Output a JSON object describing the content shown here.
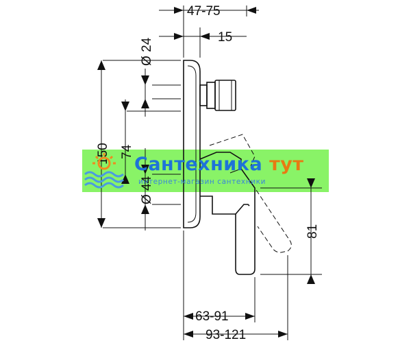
{
  "dimensions": {
    "top_range": "47-75",
    "top_offset": "15",
    "dia_top": "Ø 24",
    "height_total": "150",
    "height_mid": "74",
    "dia_bottom": "Ø 44",
    "handle_height": "81",
    "depth_min": "63-91",
    "depth_max": "93-121"
  },
  "watermark": {
    "brand_word1": "Сантехника",
    "brand_word2": "тут",
    "tagline": "интернет-магазин сантехники"
  },
  "colors": {
    "watermark_band": "#7ff25a",
    "brand_blue": "#1e73d8",
    "brand_orange": "#e87a12",
    "logo_orange": "#f08a1e",
    "logo_blue": "#4a9be0"
  }
}
